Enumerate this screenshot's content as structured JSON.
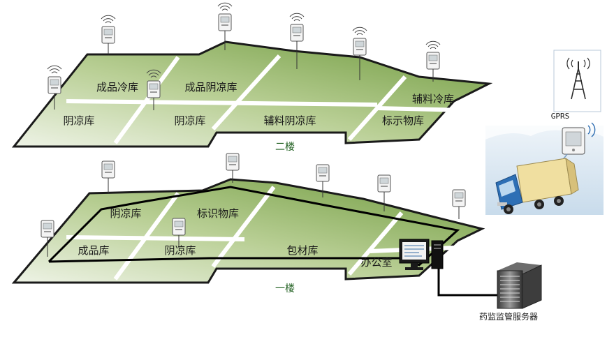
{
  "floors": {
    "upper": {
      "label": "二楼",
      "rooms": [
        {
          "label": "成品冷库"
        },
        {
          "label": "成品阴凉库"
        },
        {
          "label": "阴凉库"
        },
        {
          "label": "阴凉库"
        },
        {
          "label": "辅料阴凉库"
        },
        {
          "label": "辅料冷库"
        },
        {
          "label": "标示物库"
        }
      ]
    },
    "lower": {
      "label": "一楼",
      "rooms": [
        {
          "label": "阴凉库"
        },
        {
          "label": "标识物库"
        },
        {
          "label": "成品库"
        },
        {
          "label": "阴凉库"
        },
        {
          "label": "包材库"
        },
        {
          "label": "办公室"
        }
      ]
    }
  },
  "equipment": {
    "server_label": "药监监管服务器",
    "gprs_label": "GPRS"
  },
  "colors": {
    "floor_light": "#e6eedb",
    "floor_dark": "#6f9a3e",
    "wall": "#ffffff",
    "route": "#000000",
    "sky": "#d6e6f2"
  }
}
